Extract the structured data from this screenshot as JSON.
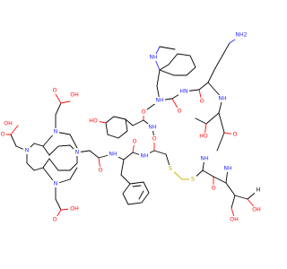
{
  "structure": {
    "colors": {
      "oxygen": "#ff0d0d",
      "nitrogen": "#2d2dff",
      "sulfur": "#c8b400",
      "carbon": "#000000"
    },
    "labels": {
      "oh_macro_top": "OH",
      "oh_macro_left": "OH",
      "oh_macro_bottom": "OH",
      "o_macro_top": "O",
      "o_macro_left": "O",
      "o_macro_bottom": "O",
      "n_ring_top": "N",
      "n_ring_left": "N",
      "n_ring_bottom": "N",
      "n_ring_right": "N",
      "indole_nh": "NH",
      "nh2": "NH2",
      "nh_trp_left": "NH",
      "nh_trp_right": "HN",
      "o_trp_1": "O",
      "o_trp_2": "O",
      "nh_tyr": "NH",
      "o_tyr": "O",
      "ho_tyr": "HO",
      "nh_lys": "NH",
      "o_lys": "O",
      "ho_thr": "HO",
      "s_1": "S",
      "s_2": "S",
      "nh_cys2": "NH",
      "o_cys2": "O",
      "o_dtpa_amide": "O",
      "nh_phe": "NH",
      "nh_cys1": "NH",
      "o_phe": "O",
      "o_cys1": "O",
      "nh_thrl": "NH",
      "oh_thrl_1": "OH",
      "oh_thrl_2": "OH",
      "h_label": "H"
    }
  }
}
